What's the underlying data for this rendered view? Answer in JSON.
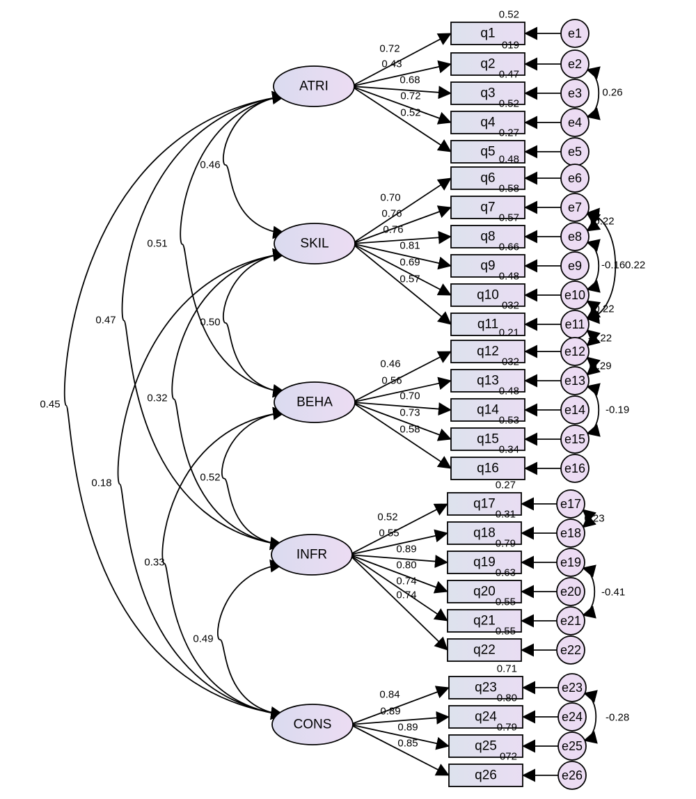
{
  "factors": [
    {
      "id": "ATRI",
      "label": "ATRI"
    },
    {
      "id": "SKIL",
      "label": "SKIL"
    },
    {
      "id": "BEHA",
      "label": "BEHA"
    },
    {
      "id": "INFR",
      "label": "INFR"
    },
    {
      "id": "CONS",
      "label": "CONS"
    }
  ],
  "items": [
    {
      "label": "q1",
      "factor": "ATRI",
      "error": "e1",
      "loading": "0.72",
      "r2": "0.52"
    },
    {
      "label": "q2",
      "factor": "ATRI",
      "error": "e2",
      "loading": "0.43",
      "r2": "019"
    },
    {
      "label": "q3",
      "factor": "ATRI",
      "error": "e3",
      "loading": "0.68",
      "r2": "0.47"
    },
    {
      "label": "q4",
      "factor": "ATRI",
      "error": "e4",
      "loading": "0.72",
      "r2": "0.52"
    },
    {
      "label": "q5",
      "factor": "ATRI",
      "error": "e5",
      "loading": "0.52",
      "r2": "0.27"
    },
    {
      "label": "q6",
      "factor": "SKIL",
      "error": "e6",
      "loading": "0.70",
      "r2": "0.48"
    },
    {
      "label": "q7",
      "factor": "SKIL",
      "error": "e7",
      "loading": "0.76",
      "r2": "0.58"
    },
    {
      "label": "q8",
      "factor": "SKIL",
      "error": "e8",
      "loading": "0.76",
      "r2": "0.57"
    },
    {
      "label": "q9",
      "factor": "SKIL",
      "error": "e9",
      "loading": "0.81",
      "r2": "0.66"
    },
    {
      "label": "q10",
      "factor": "SKIL",
      "error": "e10",
      "loading": "0.69",
      "r2": "0.48"
    },
    {
      "label": "q11",
      "factor": "SKIL",
      "error": "e11",
      "loading": "0.57",
      "r2": "032"
    },
    {
      "label": "q12",
      "factor": "BEHA",
      "error": "e12",
      "loading": "0.46",
      "r2": "0.21"
    },
    {
      "label": "q13",
      "factor": "BEHA",
      "error": "e13",
      "loading": "0.56",
      "r2": "032"
    },
    {
      "label": "q14",
      "factor": "BEHA",
      "error": "e14",
      "loading": "0.70",
      "r2": "0.48"
    },
    {
      "label": "q15",
      "factor": "BEHA",
      "error": "e15",
      "loading": "0.73",
      "r2": "0.53"
    },
    {
      "label": "q16",
      "factor": "BEHA",
      "error": "e16",
      "loading": "0.58",
      "r2": "0.34"
    },
    {
      "label": "q17",
      "factor": "INFR",
      "error": "e17",
      "loading": "0.52",
      "r2": "0.27"
    },
    {
      "label": "q18",
      "factor": "INFR",
      "error": "e18",
      "loading": "0.55",
      "r2": "0.31"
    },
    {
      "label": "q19",
      "factor": "INFR",
      "error": "e19",
      "loading": "0.89",
      "r2": "0.79"
    },
    {
      "label": "q20",
      "factor": "INFR",
      "error": "e20",
      "loading": "0.80",
      "r2": "0.63"
    },
    {
      "label": "q21",
      "factor": "INFR",
      "error": "e21",
      "loading": "0.74",
      "r2": "0.55"
    },
    {
      "label": "q22",
      "factor": "INFR",
      "error": "e22",
      "loading": "0.74",
      "r2": "0.55"
    },
    {
      "label": "q23",
      "factor": "CONS",
      "error": "e23",
      "loading": "0.84",
      "r2": "0.71"
    },
    {
      "label": "q24",
      "factor": "CONS",
      "error": "e24",
      "loading": "0.89",
      "r2": "0.80"
    },
    {
      "label": "q25",
      "factor": "CONS",
      "error": "e25",
      "loading": "0.89",
      "r2": "0.79"
    },
    {
      "label": "q26",
      "factor": "CONS",
      "error": "e26",
      "loading": "0.85",
      "r2": "072"
    }
  ],
  "factor_covariances": [
    {
      "from": "ATRI",
      "to": "SKIL",
      "value": "0.46"
    },
    {
      "from": "ATRI",
      "to": "BEHA",
      "value": "0.51"
    },
    {
      "from": "ATRI",
      "to": "INFR",
      "value": "0.47"
    },
    {
      "from": "ATRI",
      "to": "CONS",
      "value": "0.45"
    },
    {
      "from": "SKIL",
      "to": "BEHA",
      "value": "0.50"
    },
    {
      "from": "SKIL",
      "to": "INFR",
      "value": "0.32"
    },
    {
      "from": "SKIL",
      "to": "CONS",
      "value": "0.18"
    },
    {
      "from": "BEHA",
      "to": "INFR",
      "value": "0.52"
    },
    {
      "from": "BEHA",
      "to": "CONS",
      "value": "0.33"
    },
    {
      "from": "INFR",
      "to": "CONS",
      "value": "0.49"
    }
  ],
  "error_covariances": [
    {
      "from": "e2",
      "to": "e4",
      "value": "0.26"
    },
    {
      "from": "e7",
      "to": "e8",
      "value": "0.22"
    },
    {
      "from": "e8",
      "to": "e10",
      "value": "-0.16"
    },
    {
      "from": "e7",
      "to": "e11",
      "value": "0.22"
    },
    {
      "from": "e10",
      "to": "e11",
      "value": "0.22"
    },
    {
      "from": "e11",
      "to": "e12",
      "value": "-0.22"
    },
    {
      "from": "e12",
      "to": "e13",
      "value": "0.29"
    },
    {
      "from": "e13",
      "to": "e15",
      "value": "-0.19"
    },
    {
      "from": "e17",
      "to": "e18",
      "value": "0.23"
    },
    {
      "from": "e19",
      "to": "e21",
      "value": "-0.41"
    },
    {
      "from": "e23",
      "to": "e25",
      "value": "-0.28"
    }
  ],
  "colors": {
    "latent_fill_left": "#dadbef",
    "latent_fill_right": "#ecdcf3",
    "box_fill_left": "#dde2ed",
    "box_fill_right": "#e9ddf3",
    "error_fill": "#ecdcf3",
    "stroke": "#000000"
  }
}
